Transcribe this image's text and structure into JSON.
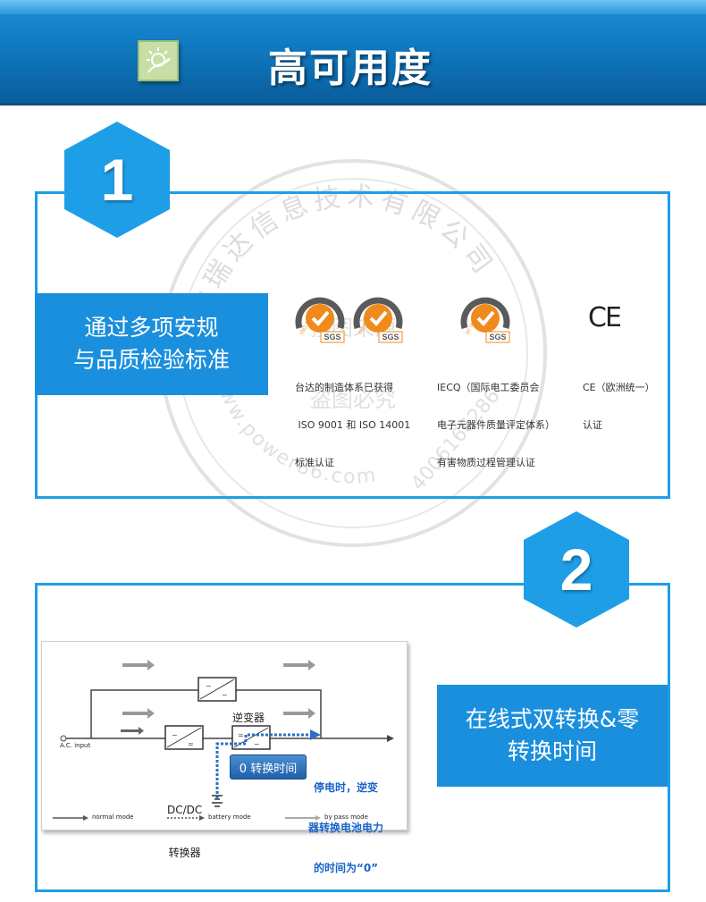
{
  "header": {
    "title": "高可用度",
    "icon": "sun-leaf-icon"
  },
  "watermark": {
    "text_arc": "联物瑞达信息技术有限公司",
    "center_top": "搜图来源",
    "center_bottom": "盗图必究",
    "bottom_left": "www.power86.com",
    "bottom_right": "4006166286"
  },
  "section1": {
    "number": "1",
    "label_line1": "通过多项安规",
    "label_line2": "与品质检验标准",
    "certs": [
      {
        "lines": [
          "台达的制造体系已获得",
          " ISO 9001 和 ISO 14001",
          "标准认证"
        ]
      },
      {
        "lines": [
          "IECQ（国际电工委员会",
          "电子元器件质量评定体系）",
          "有害物质过程管理认证"
        ]
      },
      {
        "lines": [
          "CE（欧洲统一）",
          "认证"
        ]
      }
    ],
    "badge_text": "SGS",
    "badge_ring_labels": [
      "ISO 14001",
      "ISO 9001:2000",
      "QC 080000"
    ],
    "ce_mark": "CE"
  },
  "section2": {
    "number": "2",
    "label_line1": "在线式双转换&零",
    "label_line2": "转换时间",
    "diagram": {
      "inverter_label": "逆变器",
      "dcdc_label_line1": "DC/DC",
      "dcdc_label_line2": "转换器",
      "ac_input": "A.C. input",
      "zero_time_button": "0 转换时间",
      "note_line1": "停电时，逆变",
      "note_line2": "器转换电池电力",
      "note_line3": "的时间为“0”",
      "legend": [
        "normal mode",
        "battery mode",
        "by pass mode"
      ]
    }
  },
  "colors": {
    "header_blue": "#117cc4",
    "frame_blue": "#1e9ee6",
    "label_blue": "#1a8fdd",
    "badge_orange": "#f08a1d",
    "badge_dark": "#5a5a5a"
  }
}
